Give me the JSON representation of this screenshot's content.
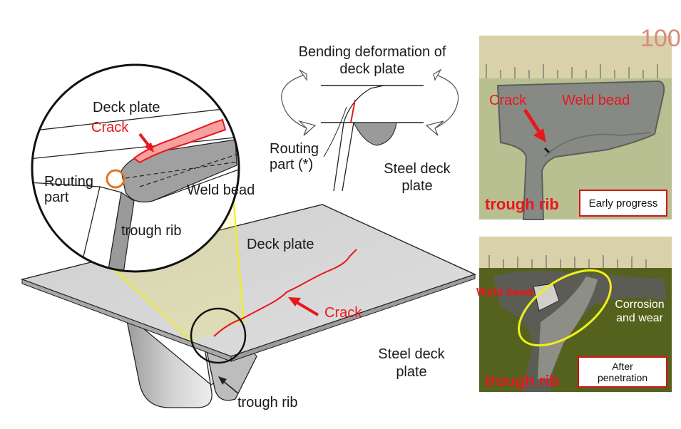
{
  "magnified_view": {
    "deck_plate": "Deck plate",
    "crack": "Crack",
    "routing_part_line1": "Routing",
    "routing_part_line2": "part",
    "weld_bead": "Weld bead",
    "trough_rib": "trough rib"
  },
  "main_view": {
    "deck_plate": "Deck plate",
    "crack": "Crack",
    "steel_deck_plate_line1": "Steel deck",
    "steel_deck_plate_line2": "plate",
    "trough_rib": "trough rib"
  },
  "bending_diagram": {
    "title_line1": "Bending deformation of",
    "title_line2": "deck plate",
    "routing_part_line1": "Routing",
    "routing_part_line2": "part (*)",
    "steel_deck_plate_line1": "Steel deck",
    "steel_deck_plate_line2": "plate"
  },
  "photo_top": {
    "ruler_number": "100",
    "crack": "Crack",
    "weld_bead": "Weld bead",
    "trough_rib": "trough rib",
    "caption": "Early progress"
  },
  "photo_bottom": {
    "weld_bead": "Weld bead",
    "corrosion_line1": "Corrosion",
    "corrosion_line2": "and wear",
    "trough_rib": "trough rib",
    "caption_line1": "After",
    "caption_line2": "penetration"
  },
  "colors": {
    "crack_red": "#e8171d",
    "highlight_yellow": "#f2ee1a",
    "plate_gray": "#d4d4d4",
    "caption_border": "#d0161b"
  }
}
